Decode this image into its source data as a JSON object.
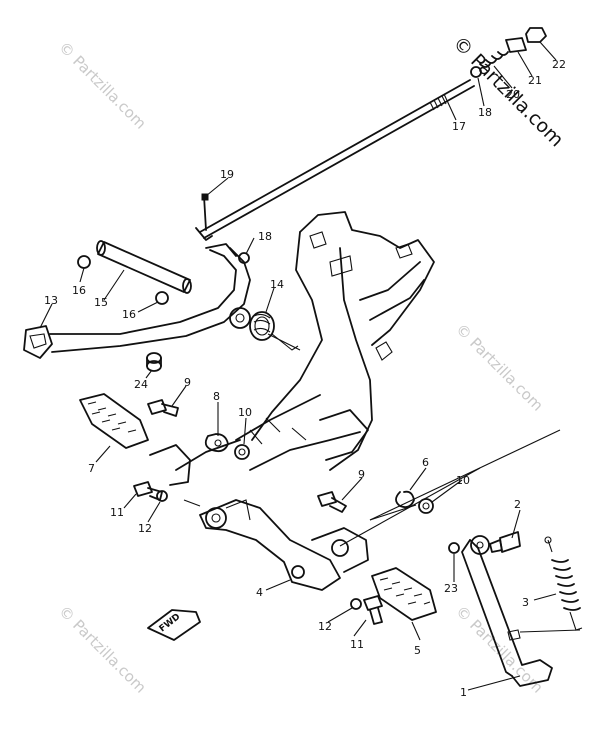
{
  "watermark": {
    "text": "© Partzilla.com",
    "main_text": "© Partzilla.com"
  },
  "direction_label": "FWD",
  "callouts": [
    {
      "id": "c1",
      "label": "1"
    },
    {
      "id": "c2",
      "label": "2"
    },
    {
      "id": "c3",
      "label": "3"
    },
    {
      "id": "c4",
      "label": "4"
    },
    {
      "id": "c5",
      "label": "5"
    },
    {
      "id": "c6",
      "label": "6"
    },
    {
      "id": "c7",
      "label": "7"
    },
    {
      "id": "c8",
      "label": "8"
    },
    {
      "id": "c9a",
      "label": "9"
    },
    {
      "id": "c9b",
      "label": "9"
    },
    {
      "id": "c10a",
      "label": "10"
    },
    {
      "id": "c10b",
      "label": "10"
    },
    {
      "id": "c11a",
      "label": "11"
    },
    {
      "id": "c11b",
      "label": "11"
    },
    {
      "id": "c12a",
      "label": "12"
    },
    {
      "id": "c12b",
      "label": "12"
    },
    {
      "id": "c13",
      "label": "13"
    },
    {
      "id": "c14",
      "label": "14"
    },
    {
      "id": "c15",
      "label": "15"
    },
    {
      "id": "c16a",
      "label": "16"
    },
    {
      "id": "c16b",
      "label": "16"
    },
    {
      "id": "c17",
      "label": "17"
    },
    {
      "id": "c18a",
      "label": "18"
    },
    {
      "id": "c18b",
      "label": "18"
    },
    {
      "id": "c19",
      "label": "19"
    },
    {
      "id": "c20",
      "label": "20"
    },
    {
      "id": "c21",
      "label": "21"
    },
    {
      "id": "c22",
      "label": "22"
    },
    {
      "id": "c23",
      "label": "23"
    },
    {
      "id": "c24",
      "label": "24"
    }
  ]
}
